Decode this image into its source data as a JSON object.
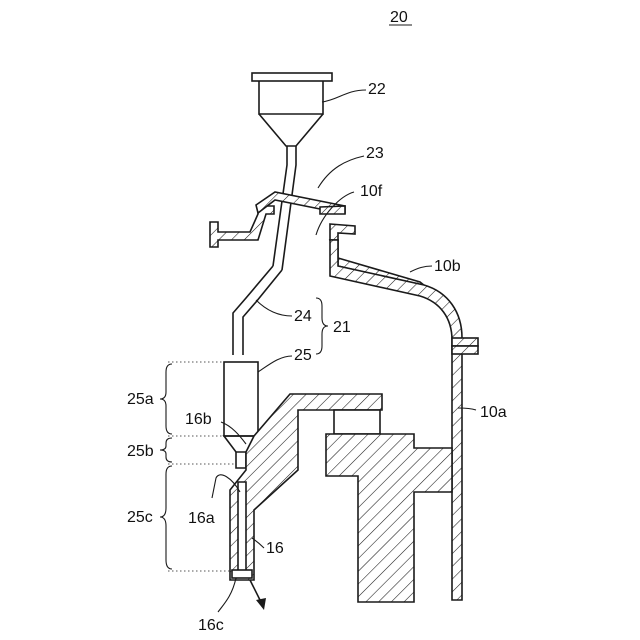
{
  "figure": {
    "number": "20",
    "labels": {
      "l22": "22",
      "l23": "23",
      "l10f": "10f",
      "l10b": "10b",
      "l24": "24",
      "l21": "21",
      "l25": "25",
      "l25a": "25a",
      "l16b": "16b",
      "l10a": "10a",
      "l25b": "25b",
      "l25c": "25c",
      "l16a": "16a",
      "l16": "16",
      "l16c": "16c"
    }
  }
}
